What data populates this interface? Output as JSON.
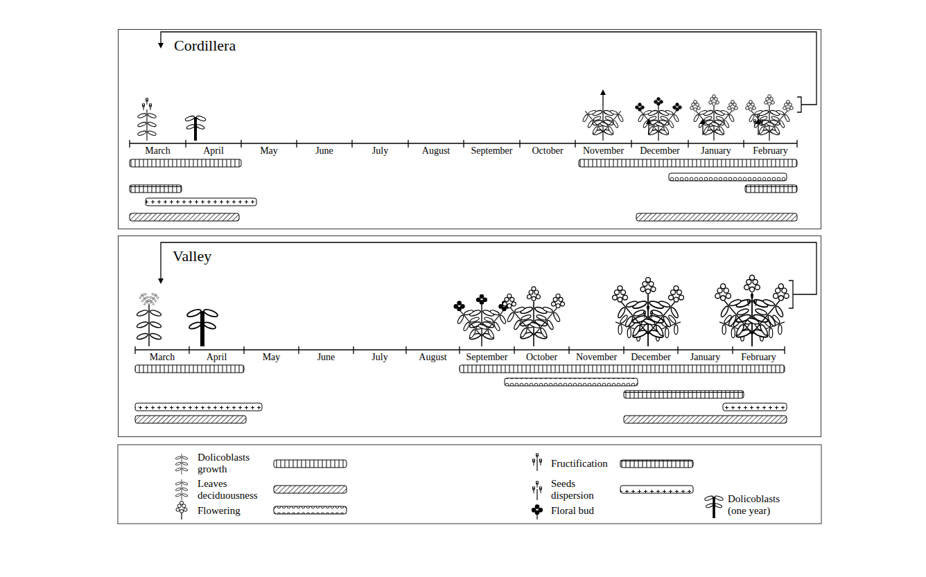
{
  "diagram": {
    "nodes": [
      {
        "text": [
          "Cordillera"
        ]
      },
      {
        "text": [
          "Valley"
        ]
      }
    ],
    "labels": [
      "March",
      "April",
      "May",
      "June",
      "July",
      "August",
      "September",
      "October",
      "November",
      "December",
      "January",
      "February",
      "March",
      "April",
      "May",
      "June",
      "July",
      "August",
      "September",
      "October",
      "November",
      "December",
      "January",
      "February"
    ],
    "legend": [
      {
        "text": "Dolicoblasts growth"
      },
      {
        "text": "Leaves deciduousness"
      },
      {
        "text": "Flowering"
      },
      {
        "text": "Fructification"
      },
      {
        "text": "Seeds dispersion"
      },
      {
        "text": "Floral bud"
      },
      {
        "text": "Dolicoblasts (one year)"
      }
    ]
  }
}
